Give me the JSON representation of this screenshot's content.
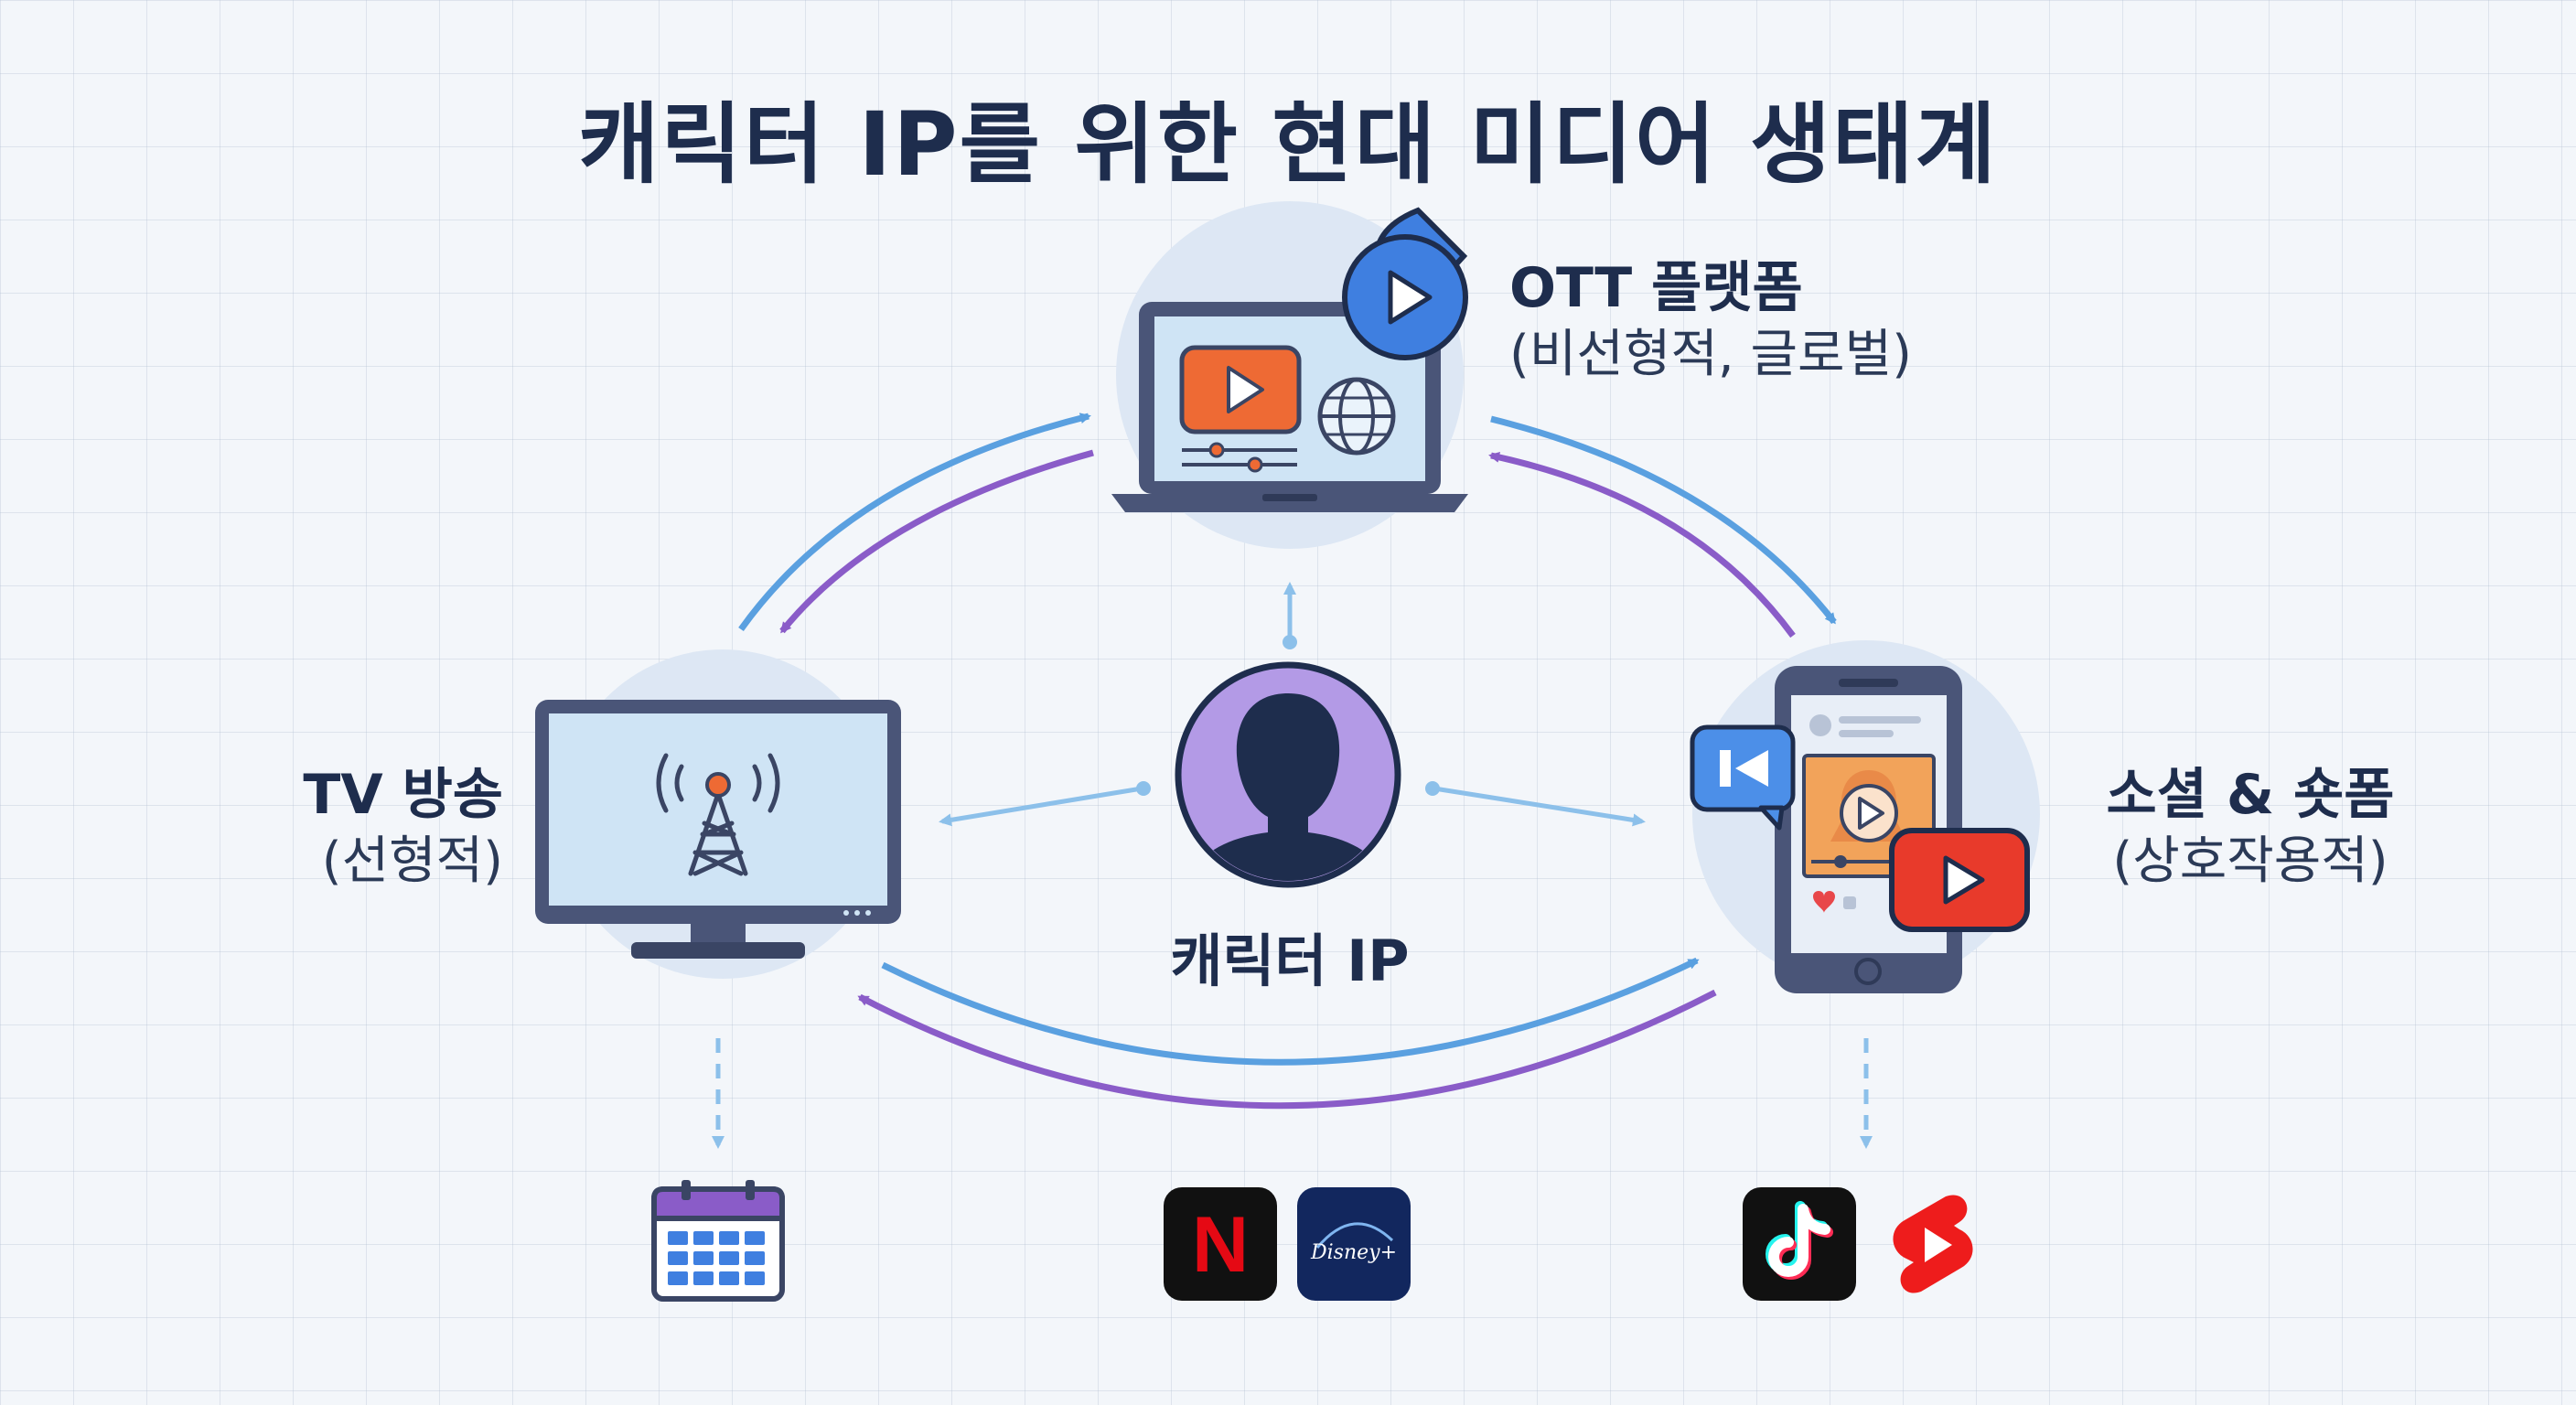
{
  "title": "캐릭터 IP를 위한 현대 미디어 생태계",
  "nodes": {
    "ott": {
      "title": "OTT 플랫폼",
      "subtitle": "(비선형적, 글로벌)"
    },
    "tv": {
      "title": "TV 방송",
      "subtitle": "(선형적)"
    },
    "social": {
      "title": "소셜 & 숏폼",
      "subtitle": "(상호작용적)"
    },
    "center": {
      "title": "캐릭터 IP"
    }
  },
  "logos": {
    "netflix": {
      "letter": "N",
      "icon": "netflix-logo"
    },
    "disney": {
      "text": "Disney+",
      "icon": "disney-plus-logo"
    },
    "tiktok": {
      "icon": "tiktok-logo"
    },
    "shorts": {
      "icon": "youtube-shorts-logo"
    },
    "calendar": {
      "icon": "calendar-icon"
    }
  },
  "colors": {
    "blue_arrow": "#5aa0e0",
    "purple_arrow": "#8a5cc8",
    "youtube_red": "#e84a2b",
    "navy": "#1e2d4d",
    "avatar_purple": "#b39ae6"
  }
}
